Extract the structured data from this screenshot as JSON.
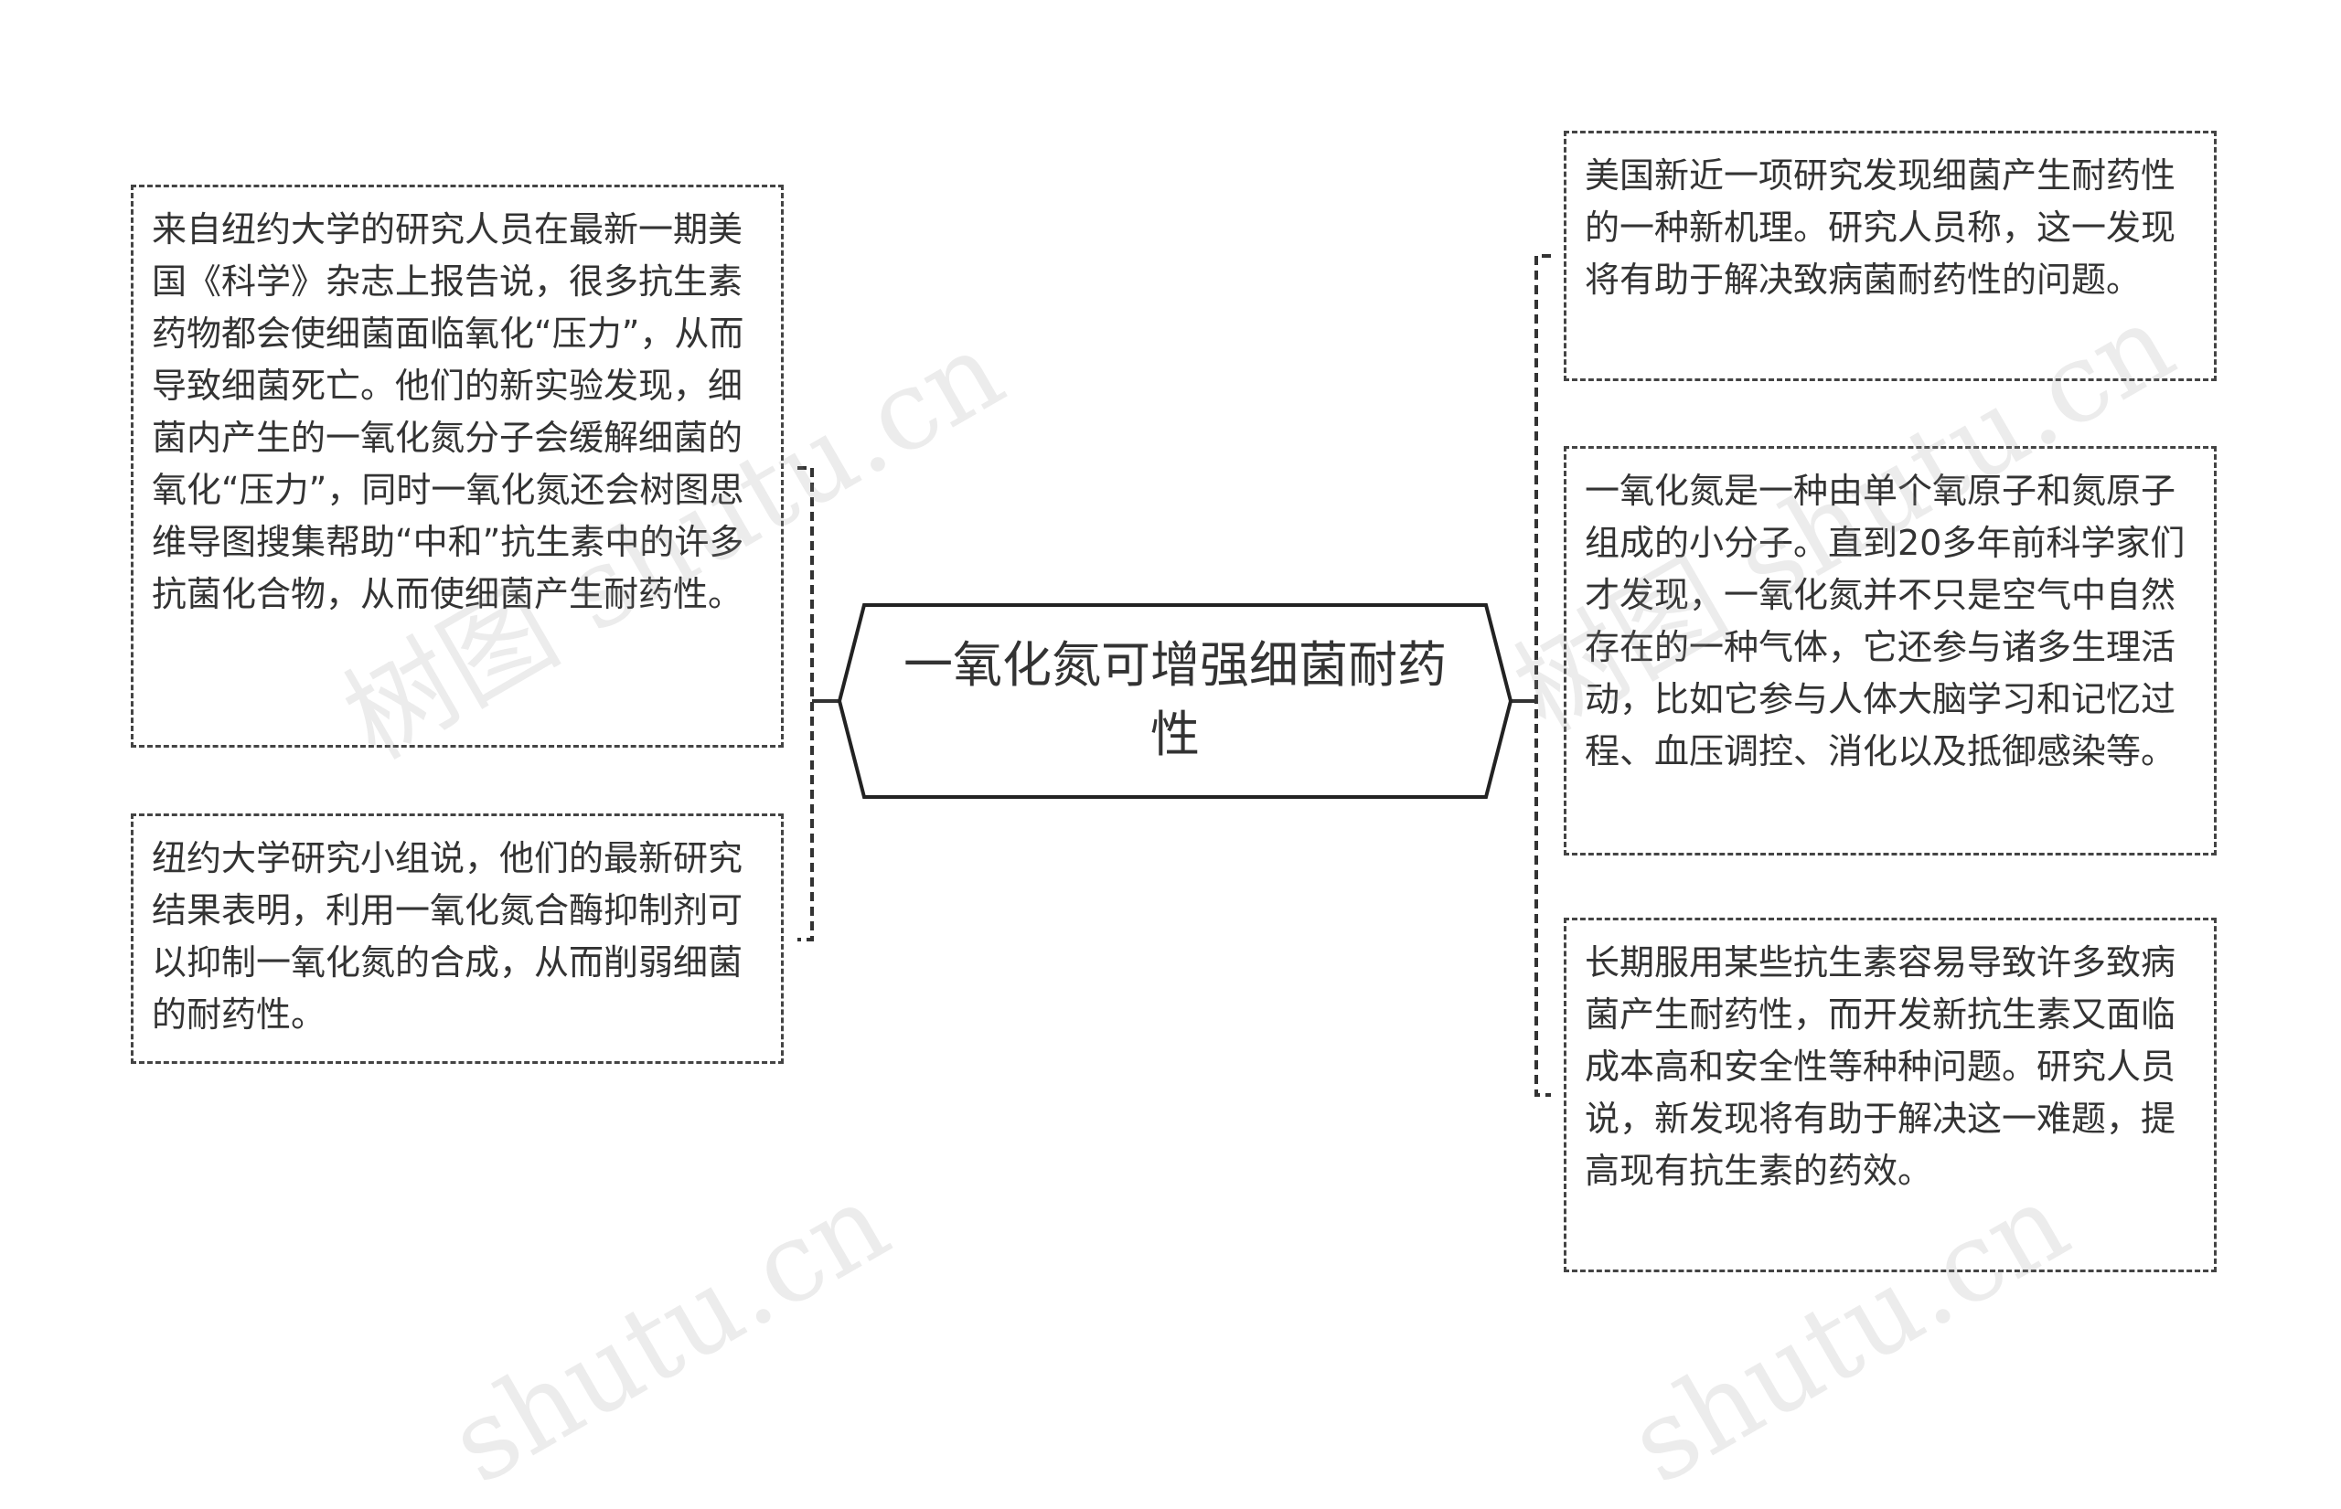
{
  "center": {
    "title": "一氧化氮可增强细菌耐药性"
  },
  "left_nodes": [
    {
      "text": "来自纽约大学的研究人员在最新一期美国《科学》杂志上报告说，很多抗生素药物都会使细菌面临氧化“压力”，从而导致细菌死亡。他们的新实验发现，细菌内产生的一氧化氮分子会缓解细菌的氧化“压力”，同时一氧化氮还会树图思维导图搜集帮助“中和”抗生素中的许多抗菌化合物，从而使细菌产生耐药性。"
    },
    {
      "text": "纽约大学研究小组说，他们的最新研究结果表明，利用一氧化氮合酶抑制剂可以抑制一氧化氮的合成，从而削弱细菌的耐药性。"
    }
  ],
  "right_nodes": [
    {
      "text": "美国新近一项研究发现细菌产生耐药性的一种新机理。研究人员称，这一发现将有助于解决致病菌耐药性的问题。"
    },
    {
      "text": "一氧化氮是一种由单个氧原子和氮原子组成的小分子。直到20多年前科学家们才发现，一氧化氮并不只是空气中自然存在的一种气体，它还参与诸多生理活动，比如它参与人体大脑学习和记忆过程、血压调控、消化以及抵御感染等。"
    },
    {
      "text": "长期服用某些抗生素容易导致许多致病菌产生耐药性，而开发新抗生素又面临成本高和安全性等种种问题。研究人员说，新发现将有助于解决这一难题，提高现有抗生素的药效。"
    }
  ],
  "watermarks": [
    "树图 shutu.cn",
    "树图 shutu.cn",
    "shutu.cn",
    "shutu.cn"
  ],
  "colors": {
    "line": "#333333",
    "border": "#444444",
    "text": "#333333"
  }
}
